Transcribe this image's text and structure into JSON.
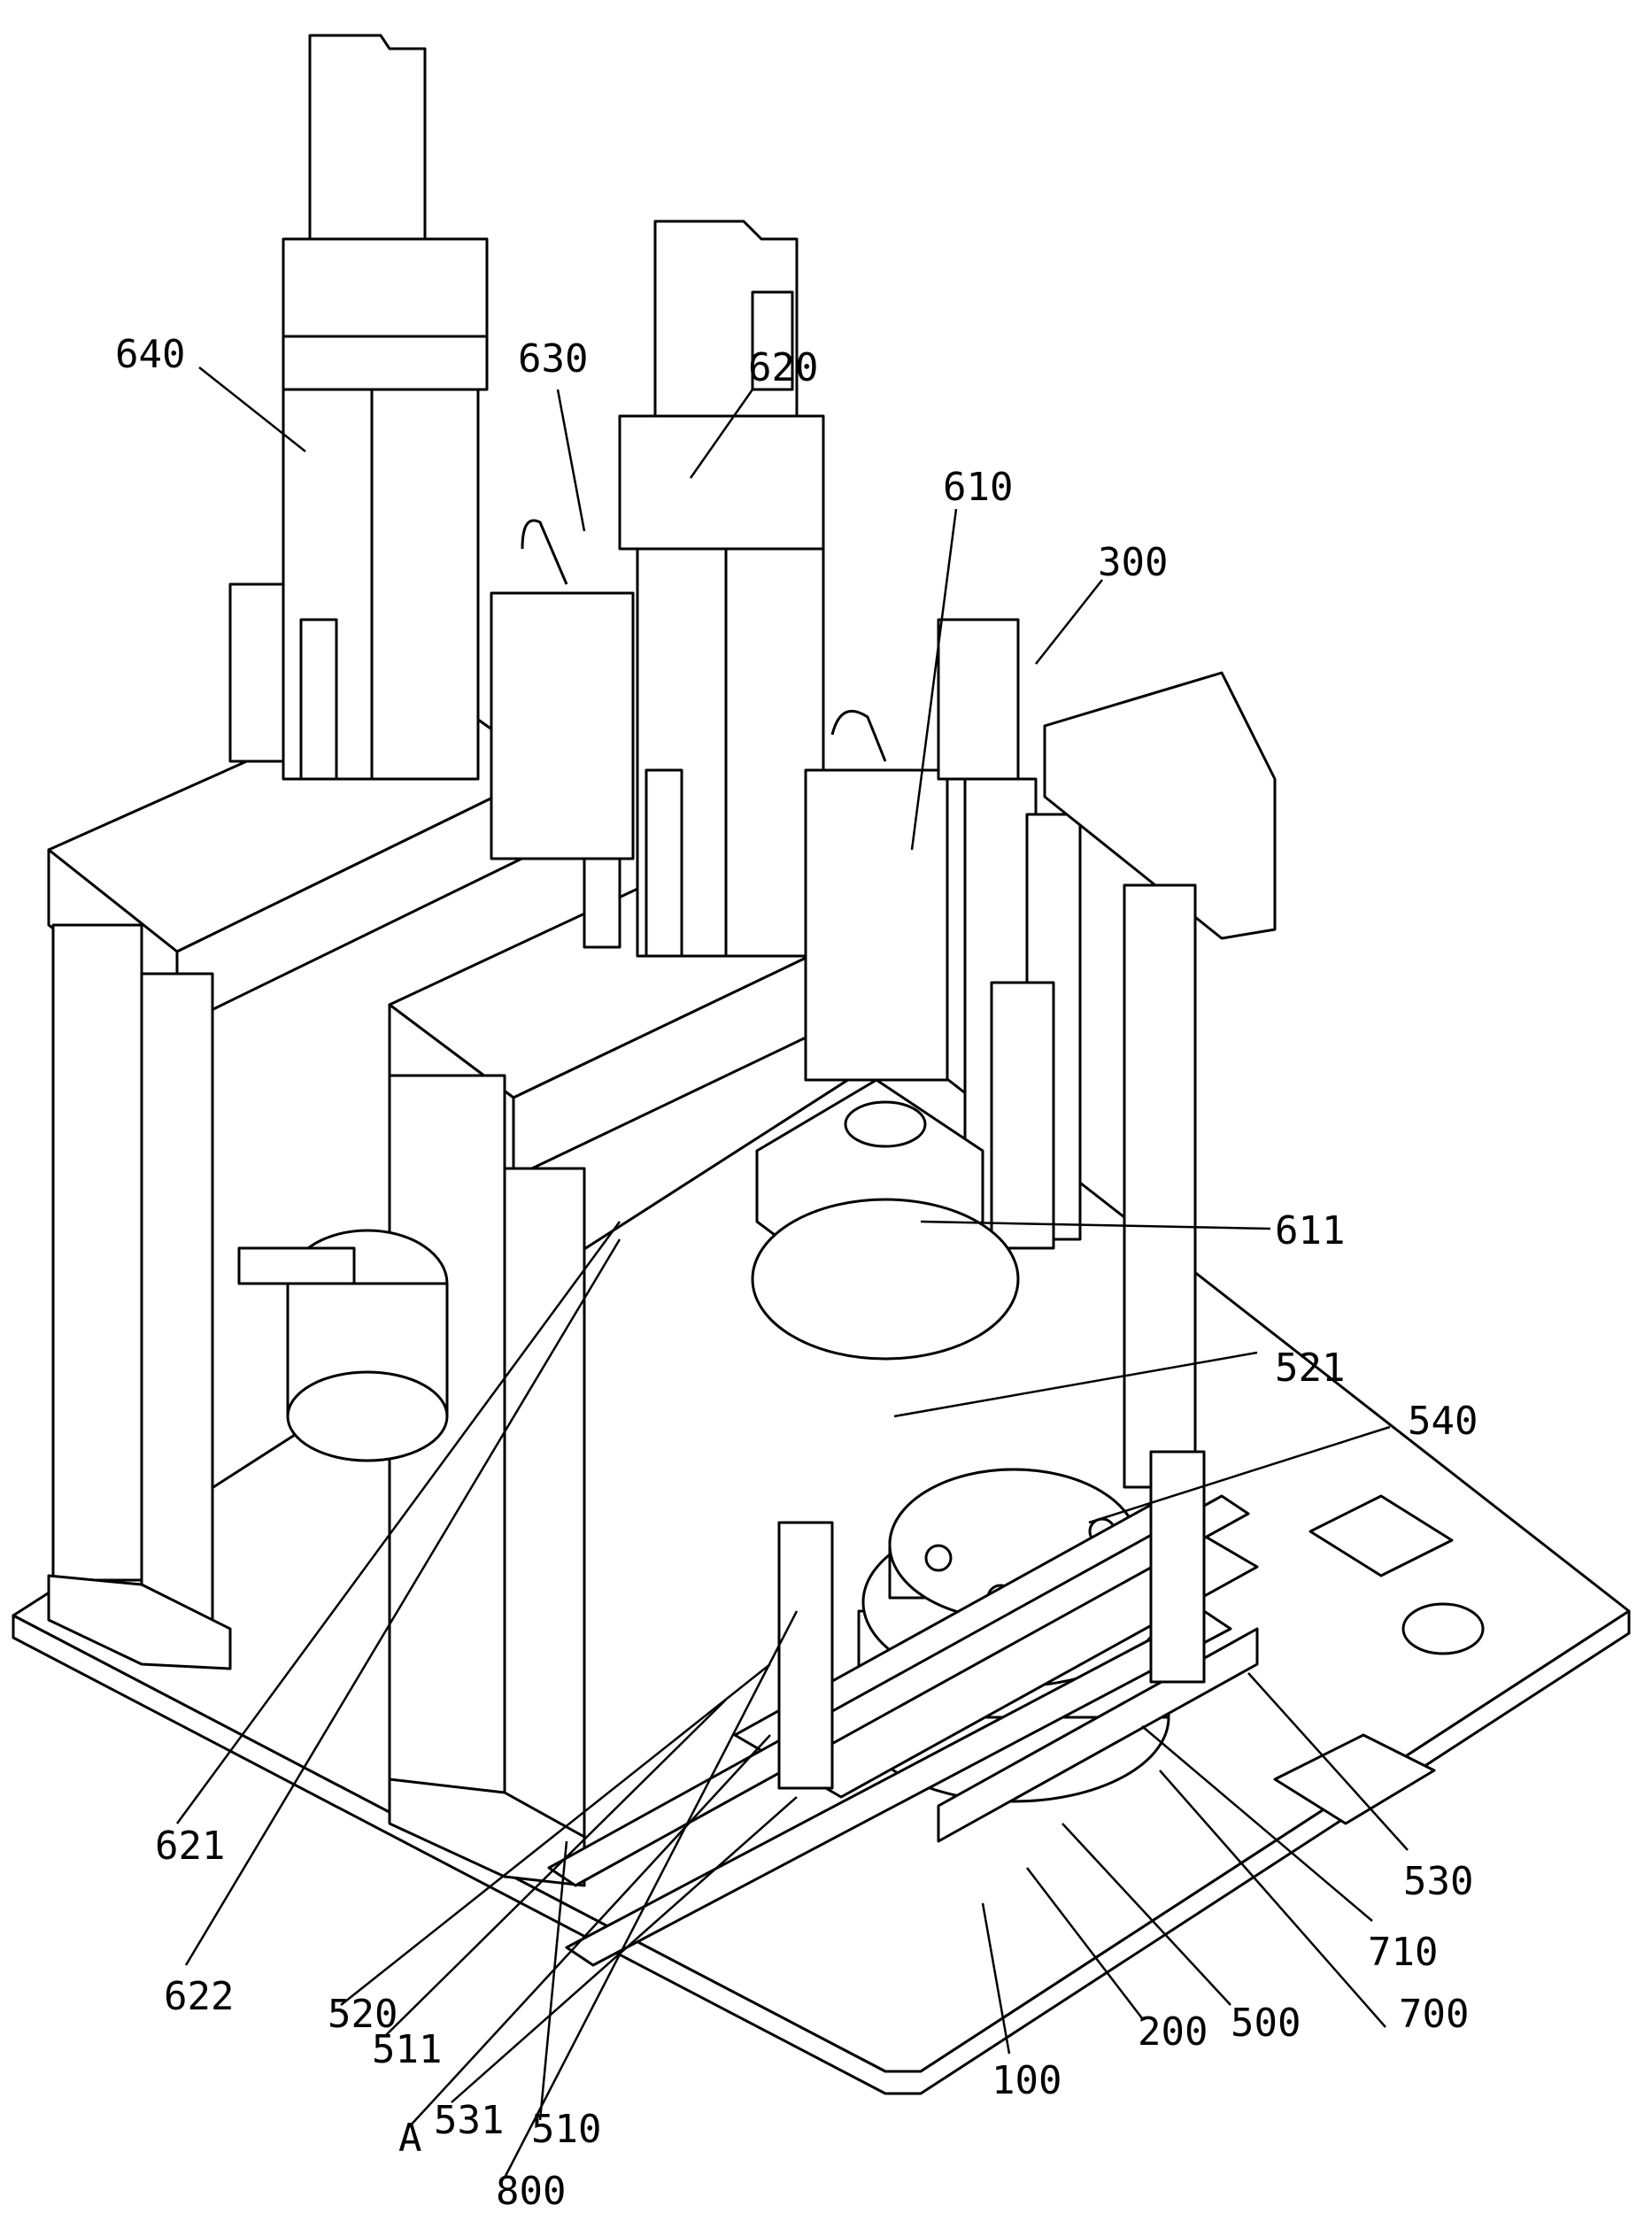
{
  "figure": {
    "type": "patent isometric mechanical drawing",
    "background": "#ffffff",
    "line_color": "#000000"
  },
  "labels": [
    {
      "id": "640",
      "text": "640"
    },
    {
      "id": "630",
      "text": "630"
    },
    {
      "id": "620",
      "text": "620"
    },
    {
      "id": "610",
      "text": "610"
    },
    {
      "id": "300",
      "text": "300"
    },
    {
      "id": "611",
      "text": "611"
    },
    {
      "id": "521",
      "text": "521"
    },
    {
      "id": "540",
      "text": "540"
    },
    {
      "id": "530",
      "text": "530"
    },
    {
      "id": "710",
      "text": "710"
    },
    {
      "id": "700",
      "text": "700"
    },
    {
      "id": "500",
      "text": "500"
    },
    {
      "id": "200",
      "text": "200"
    },
    {
      "id": "100",
      "text": "100"
    },
    {
      "id": "800",
      "text": "800"
    },
    {
      "id": "510",
      "text": "510"
    },
    {
      "id": "531",
      "text": "531"
    },
    {
      "id": "A",
      "text": "A"
    },
    {
      "id": "511",
      "text": "511"
    },
    {
      "id": "520",
      "text": "520"
    },
    {
      "id": "622",
      "text": "622"
    },
    {
      "id": "621",
      "text": "621"
    }
  ]
}
